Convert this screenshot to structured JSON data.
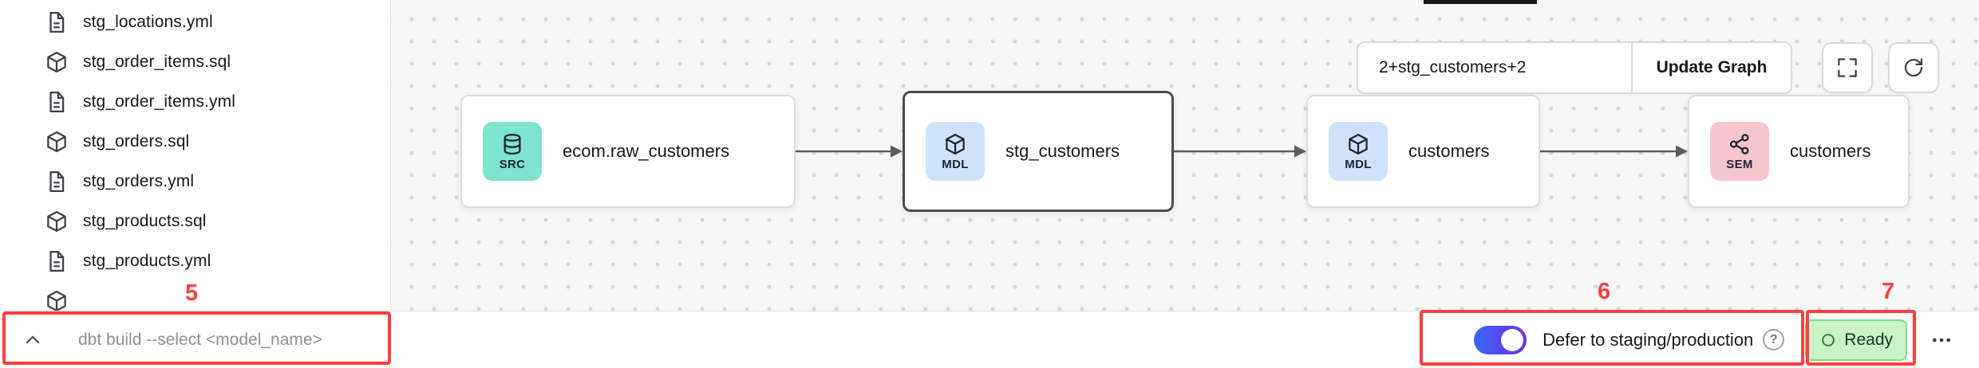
{
  "sidebar": {
    "files": [
      {
        "name": "stg_locations.yml",
        "icon": "document-icon"
      },
      {
        "name": "stg_order_items.sql",
        "icon": "model-cube-icon"
      },
      {
        "name": "stg_order_items.yml",
        "icon": "document-icon"
      },
      {
        "name": "stg_orders.sql",
        "icon": "model-cube-icon"
      },
      {
        "name": "stg_orders.yml",
        "icon": "document-icon"
      },
      {
        "name": "stg_products.sql",
        "icon": "model-cube-icon"
      },
      {
        "name": "stg_products.yml",
        "icon": "document-icon"
      }
    ]
  },
  "lineage": {
    "selector_value": "2+stg_customers+2",
    "update_button_label": "Update Graph",
    "nodes": [
      {
        "badge": "SRC",
        "label": "ecom.raw_customers",
        "icon": "database-icon",
        "tile_color": "#7fe3cd",
        "selected": false
      },
      {
        "badge": "MDL",
        "label": "stg_customers",
        "icon": "cube-icon",
        "tile_color": "#cfe2fb",
        "selected": true
      },
      {
        "badge": "MDL",
        "label": "customers",
        "icon": "cube-icon",
        "tile_color": "#cfe2fb",
        "selected": false
      },
      {
        "badge": "SEM",
        "label": "customers",
        "icon": "share-nodes-icon",
        "tile_color": "#f6c6cf",
        "selected": false
      }
    ]
  },
  "bottom_bar": {
    "command_placeholder": "dbt build --select <model_name>",
    "defer_toggle": {
      "state": "on",
      "label": "Defer to staging/production"
    },
    "help_icon_glyph": "?",
    "status_badge": "Ready"
  },
  "annotations": {
    "box5": "5",
    "box6": "6",
    "box7": "7"
  },
  "colors": {
    "annotation_red": "#f93f3f",
    "toggle_on_start": "#3a66f6",
    "toggle_on_end": "#6d2ee8",
    "ready_badge_bg": "#c9f2c7",
    "ready_badge_border": "#84d884",
    "canvas_bg": "#f7f7f8",
    "selected_node_border": "#4b4b53"
  }
}
